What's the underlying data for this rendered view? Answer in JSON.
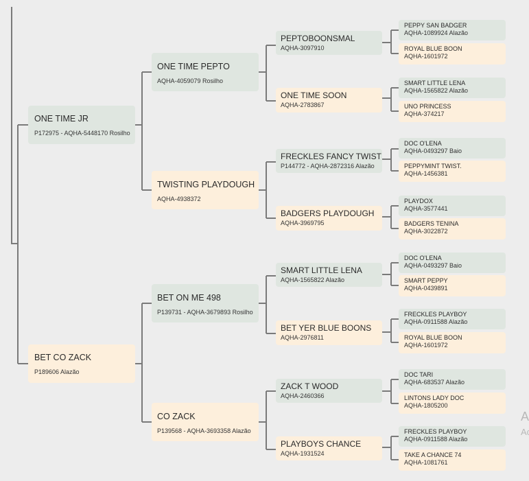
{
  "gen1": [
    {
      "name": "ONE TIME JR",
      "reg": "P172975 - AQHA-5448170 Rosilho"
    },
    {
      "name": "BET CO ZACK",
      "reg": "P189606 Alazão"
    }
  ],
  "gen2": [
    {
      "name": "ONE TIME PEPTO",
      "reg": "AQHA-4059079 Rosilho"
    },
    {
      "name": "TWISTING PLAYDOUGH",
      "reg": "AQHA-4938372"
    },
    {
      "name": "BET ON ME 498",
      "reg": "P139731 - AQHA-3679893 Rosilho"
    },
    {
      "name": "CO ZACK",
      "reg": "P139568 - AQHA-3693358 Alazão"
    }
  ],
  "gen3": [
    {
      "name": "PEPTOBOONSMAL",
      "reg": "AQHA-3097910"
    },
    {
      "name": "ONE TIME SOON",
      "reg": "AQHA-2783867"
    },
    {
      "name": "FRECKLES FANCY TWIST",
      "reg": "P144772 - AQHA-2872316 Alazão"
    },
    {
      "name": "BADGERS PLAYDOUGH",
      "reg": "AQHA-3969795"
    },
    {
      "name": "SMART LITTLE LENA",
      "reg": "AQHA-1565822 Alazão"
    },
    {
      "name": "BET YER BLUE BOONS",
      "reg": "AQHA-2976811"
    },
    {
      "name": "ZACK T WOOD",
      "reg": "AQHA-2460366"
    },
    {
      "name": "PLAYBOYS CHANCE",
      "reg": "AQHA-1931524"
    }
  ],
  "gen4": [
    {
      "name": "PEPPY SAN BADGER",
      "reg": "AQHA-1089924 Alazão"
    },
    {
      "name": "ROYAL BLUE BOON",
      "reg": "AQHA-1601972"
    },
    {
      "name": "SMART LITTLE LENA",
      "reg": "AQHA-1565822 Alazão"
    },
    {
      "name": "UNO PRINCESS",
      "reg": "AQHA-374217"
    },
    {
      "name": "DOC O'LENA",
      "reg": "AQHA-0493297 Baio"
    },
    {
      "name": "PEPPYMINT TWIST.",
      "reg": "AQHA-1456381"
    },
    {
      "name": "PLAYDOX",
      "reg": "AQHA-3577441"
    },
    {
      "name": "BADGERS TENINA",
      "reg": "AQHA-3022872"
    },
    {
      "name": "DOC O'LENA",
      "reg": "AQHA-0493297 Baio"
    },
    {
      "name": "SMART PEPPY",
      "reg": "AQHA-0439891"
    },
    {
      "name": "FRECKLES PLAYBOY",
      "reg": "AQHA-0911588 Alazão"
    },
    {
      "name": "ROYAL BLUE BOON",
      "reg": "AQHA-1601972"
    },
    {
      "name": "DOC TARI",
      "reg": "AQHA-683537 Alazão"
    },
    {
      "name": "LINTONS LADY DOC",
      "reg": "AQHA-1805200"
    },
    {
      "name": "FRECKLES PLAYBOY",
      "reg": "AQHA-0911588 Alazão"
    },
    {
      "name": "TAKE A CHANCE 74",
      "reg": "AQHA-1081761"
    }
  ],
  "watermark": {
    "line1": "A",
    "line2": "Ac"
  },
  "colors": {
    "sire_bg": "#dfe6e0",
    "dam_bg": "#fdefdc",
    "line": "#7a7a7a",
    "background": "#ededed"
  }
}
